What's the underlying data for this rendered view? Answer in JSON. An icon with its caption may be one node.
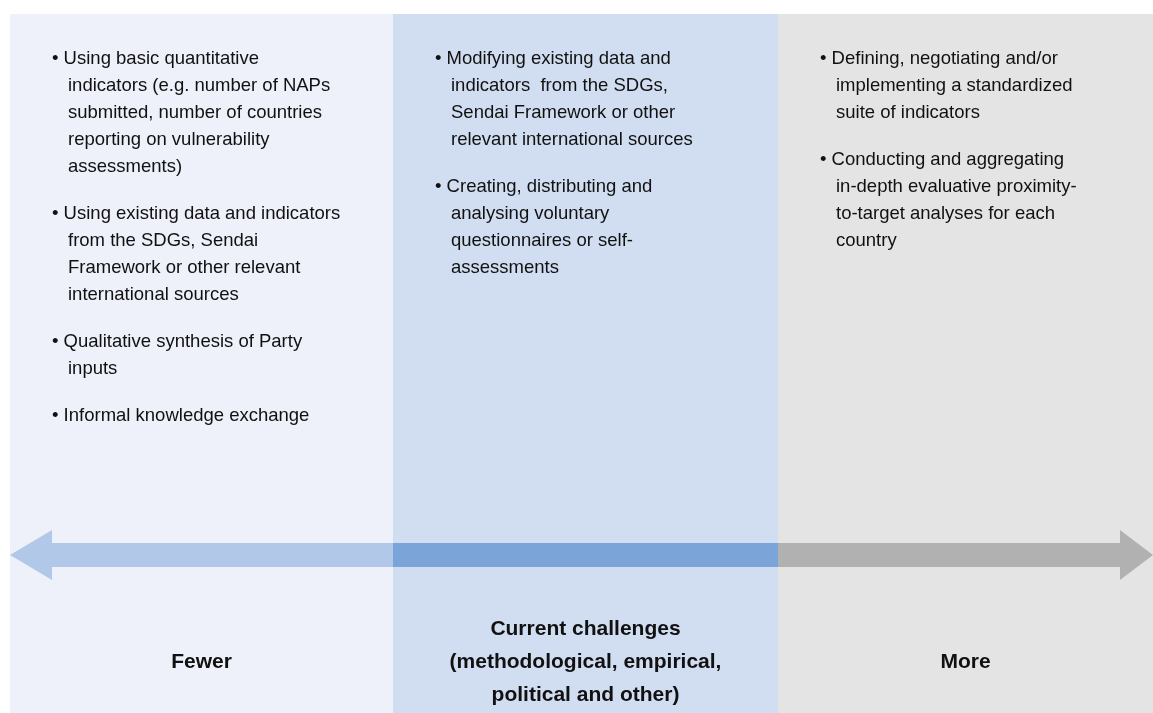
{
  "diagram": {
    "nodes": [
      {
        "text": [
          "• Using basic quantitative indicators (e.g. number of NAPs submitted, number of countries reporting on vulnerability assessments)",
          "• Using existing data and indicators from the SDGs, Sendai Framework or other relevant international sources",
          "• Qualitative synthesis of Party inputs",
          "• Informal knowledge exchange",
          "Fewer"
        ]
      },
      {
        "text": [
          "• Modifying existing data and indicators  from the SDGs, Sendai Framework or other relevant international sources",
          "• Creating, distributing and analysing voluntary questionnaires or self-assessments",
          "Current challenges (methodological, empirical, political and other)"
        ]
      },
      {
        "text": [
          "• Defining, negotiating and/or implementing a standardized suite of indicators",
          "• Conducting and aggregating in-depth evaluative proximity-to-target analyses for each country",
          "More"
        ]
      }
    ],
    "edges": [
      {
        "from": 0,
        "to": 2,
        "arrow": "both"
      }
    ]
  }
}
